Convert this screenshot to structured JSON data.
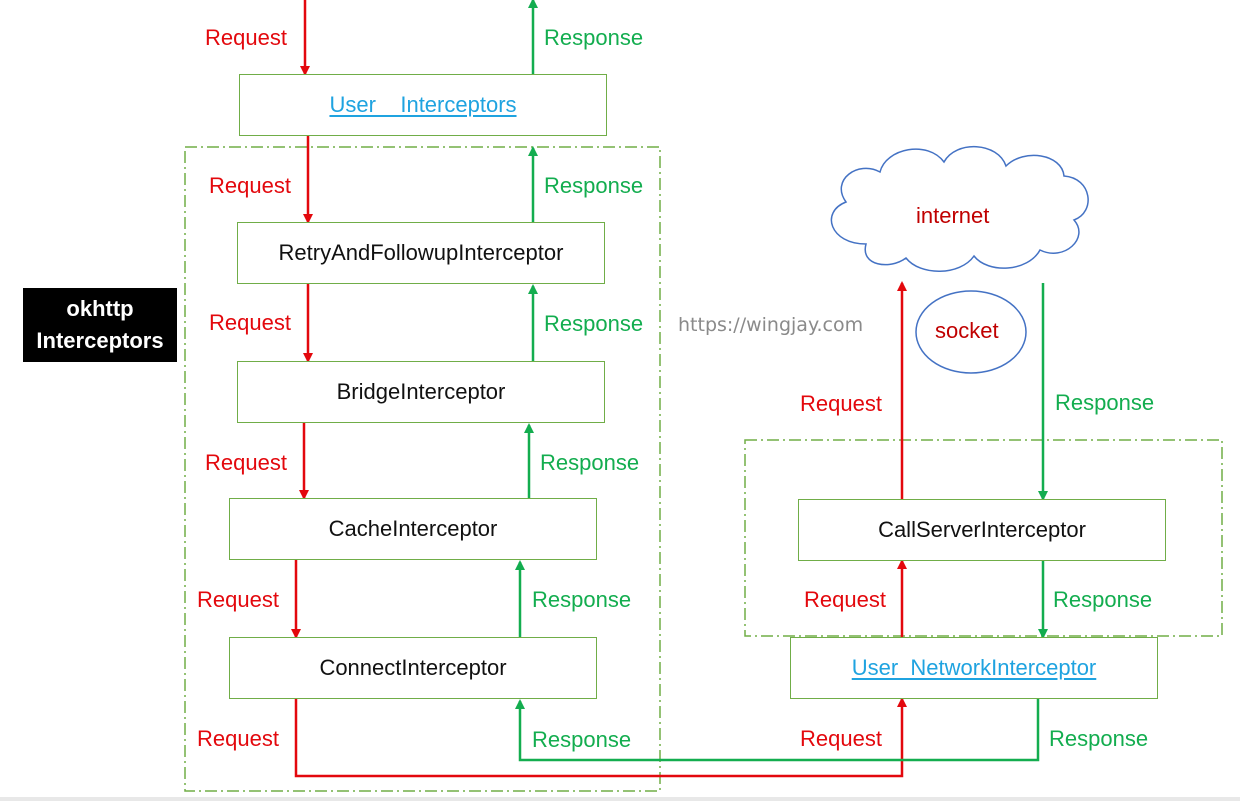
{
  "title": [
    "okhttp",
    "Interceptors"
  ],
  "watermark": "https://wingjay.com",
  "labels": {
    "request": "Request",
    "response": "Response"
  },
  "interceptors": {
    "user": "User    Interceptors",
    "retry": "RetryAndFollowupInterceptor",
    "bridge": "BridgeInterceptor",
    "cache": "CacheInterceptor",
    "connect": "ConnectInterceptor",
    "call_server": "CallServerInterceptor",
    "user_network": "User  NetworkInterceptor"
  },
  "internet": "internet",
  "socket": "socket",
  "colors": {
    "request": "#e3080d",
    "response": "#13ad4f",
    "box_border": "#70ad47",
    "group_border": "#70ad47",
    "link": "#1fa3e0"
  }
}
